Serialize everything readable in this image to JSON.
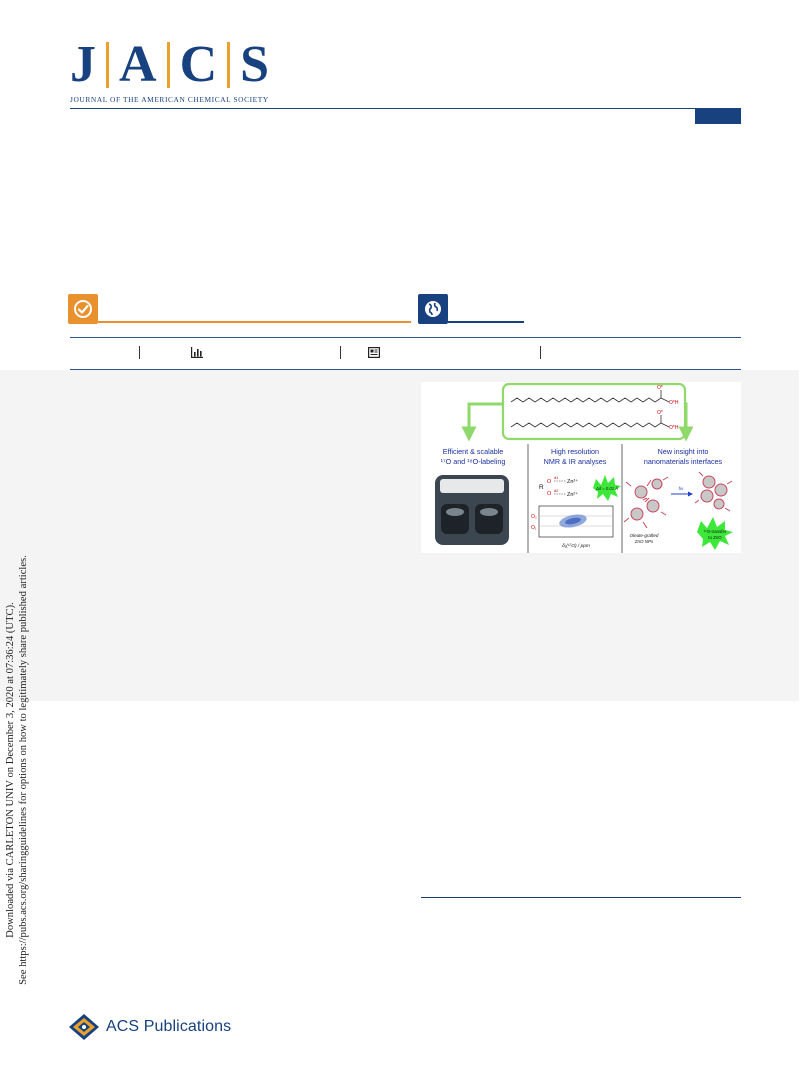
{
  "masthead": {
    "letters": [
      "J",
      "A",
      "C",
      "S"
    ],
    "subtitle": "JOURNAL OF THE AMERICAN CHEMICAL SOCIETY",
    "brand_color": "#17417f",
    "accent_color": "#e8a12d"
  },
  "access_badges": {
    "open_access_icon": "checkmark-icon",
    "open_access_color": "#e8912d",
    "global_icon": "globe-icon",
    "global_color": "#17417f"
  },
  "metrics_bar": {
    "icons": [
      "bar-chart-icon",
      "article-icon"
    ]
  },
  "toc_graphic": {
    "left_panel": {
      "heading_line1": "Efficient & scalable",
      "heading_line2": "¹⁷O and ¹⁸O-labeling"
    },
    "middle_panel": {
      "heading_line1": "High resolution",
      "heading_line2": "NMR & IR analyses",
      "group": "R",
      "o1": "O",
      "o2": "O",
      "d1": "d1",
      "d2": "d2",
      "zn": "Zn²⁺",
      "burst_label": "Δd = 0.01 Å",
      "spectrum_o2": "O₂",
      "spectrum_o1": "O₁",
      "axis_label": "δ₁(¹⁷O) / ppm"
    },
    "right_panel": {
      "heading_line1": "New insight into",
      "heading_line2": "nanomaterials interfaces",
      "arrow_label": "hν",
      "caption_line1": "Oleate-grafted",
      "caption_line2": "ZnO NPs",
      "burst_line1": "¹⁷O-transfer",
      "burst_line2": "to ZnO"
    },
    "molecules": {
      "o_star": "O*",
      "oh": "O*H"
    }
  },
  "side_notice": {
    "line1": "Downloaded via CARLETON UNIV on December 3, 2020 at 07:36:24 (UTC).",
    "line2": "See https://pubs.acs.org/sharingguidelines for options on how to legitimately share published articles."
  },
  "footer": {
    "publisher": "ACS Publications"
  }
}
